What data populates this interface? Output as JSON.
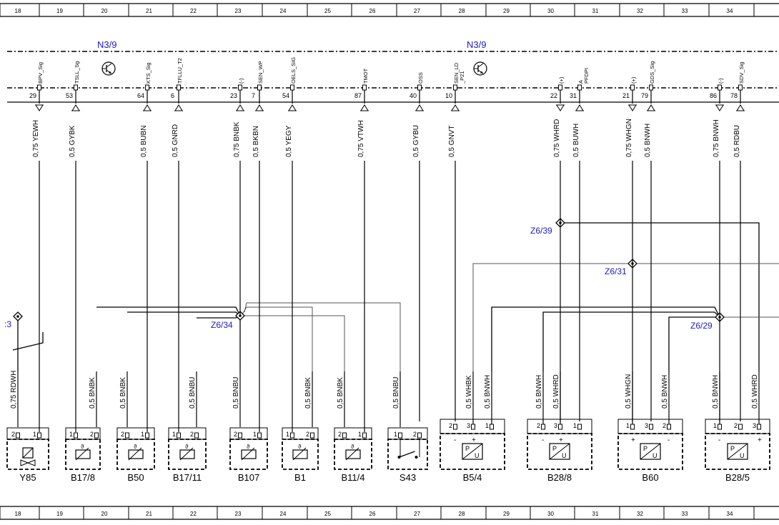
{
  "ruler": {
    "columns": [
      "18",
      "19",
      "20",
      "21",
      "22",
      "23",
      "24",
      "25",
      "26",
      "27",
      "28",
      "29",
      "30",
      "31",
      "32",
      "33",
      "34"
    ]
  },
  "ecu": {
    "labels": [
      "N3/9",
      "N3/9"
    ],
    "pins": [
      {
        "num": "29",
        "sig": "BPV_Sig",
        "wire": "0,75 YEWH",
        "arrow": "down"
      },
      {
        "num": "53",
        "sig": "TSLL_Sg",
        "wire": "0,5 GYBK",
        "arrow": "up"
      },
      {
        "num": "64",
        "sig": "KTS_Sig",
        "wire": "0,5 BUBN",
        "arrow": "up"
      },
      {
        "num": "6",
        "sig": "TFLLU_T2",
        "wire": "0,5 GNRD",
        "arrow": "up"
      },
      {
        "num": "23",
        "sig": "(-)",
        "wire": "0,75 BNBK",
        "arrow": "up"
      },
      {
        "num": "7",
        "sig": "SEN_WP",
        "wire": "0,5 BKBN",
        "arrow": "up"
      },
      {
        "num": "54",
        "sig": "OELS_SIG",
        "wire": "0,5 YEGY",
        "arrow": "up"
      },
      {
        "num": "87",
        "sig": "TMOT",
        "wire": "0,75 VTWH",
        "arrow": "up"
      },
      {
        "num": "40",
        "sig": "OSS",
        "wire": "0,5 GYBU",
        "arrow": "up"
      },
      {
        "num": "10",
        "sig": "SEN_LD _P21",
        "wire": "0,5 GNVT",
        "arrow": "up"
      },
      {
        "num": "22",
        "sig": "(+)",
        "wire": "0,75 WHRD",
        "arrow": "down"
      },
      {
        "num": "31",
        "sig": "A PFDPI",
        "wire": "0,5 BUWH",
        "arrow": "up"
      },
      {
        "num": "21",
        "sig": "(+)",
        "wire": "0,75 WHGN",
        "arrow": "down"
      },
      {
        "num": "79",
        "sig": "GDS_Sig",
        "wire": "0,5 BNWH",
        "arrow": "up"
      },
      {
        "num": "86",
        "sig": "(-)",
        "wire": "0,75 BNWH",
        "arrow": "down"
      },
      {
        "num": "78",
        "sig": "SDV_Sig",
        "wire": "0,5 RDBU",
        "arrow": "up"
      }
    ]
  },
  "splices": [
    {
      "label": "Z6/34"
    },
    {
      "label": "Z6/39"
    },
    {
      "label": "Z6/31"
    },
    {
      "label": "Z6/29"
    },
    {
      "label": ":3"
    }
  ],
  "lower_wires": [
    "0,75 RDWH",
    "0,5 BNBK",
    "0,5 BNBK",
    "0,5 BNBU",
    "0,5 BNBU",
    "0,5 BNBK",
    "0,5 BNBK",
    "0,5 BNBU",
    "0,5 WHBK",
    "0,5 BNWH",
    "0,5 BNWH",
    "0,5 WHRD",
    "0,5 WHGN",
    "0,5 BNWH",
    "0,5 BNWH",
    "0,5 WHRD"
  ],
  "components": [
    {
      "name": "Y85",
      "pins": [
        "2",
        "1"
      ],
      "type": "valve"
    },
    {
      "name": "B17/8",
      "pins": [
        "1",
        "2"
      ],
      "type": "temp"
    },
    {
      "name": "B50",
      "pins": [
        "2",
        "1"
      ],
      "type": "temp"
    },
    {
      "name": "B17/11",
      "pins": [
        "1",
        "2"
      ],
      "type": "temp"
    },
    {
      "name": "B107",
      "pins": [
        "2",
        "1"
      ],
      "type": "temp"
    },
    {
      "name": "B1",
      "pins": [
        "1",
        "2"
      ],
      "type": "temp"
    },
    {
      "name": "B11/4",
      "pins": [
        "2",
        "1"
      ],
      "type": "temp"
    },
    {
      "name": "S43",
      "pins": [
        "1",
        "2"
      ],
      "type": "switch"
    },
    {
      "name": "B5/4",
      "pins": [
        "2",
        "3",
        "1"
      ],
      "signs": [
        "-",
        "+",
        ""
      ],
      "type": "pressure"
    },
    {
      "name": "B28/8",
      "pins": [
        "2",
        "3",
        "1"
      ],
      "signs": [
        "-",
        "+",
        ""
      ],
      "type": "pressure"
    },
    {
      "name": "B60",
      "pins": [
        "1",
        "3",
        "2"
      ],
      "signs": [
        "+",
        "",
        "-"
      ],
      "type": "pressure"
    },
    {
      "name": "B28/5",
      "pins": [
        "1",
        "2",
        "3"
      ],
      "signs": [
        "-",
        "",
        "+"
      ],
      "type": "pressure"
    }
  ],
  "colors": {
    "label_blue": "#1a1acc",
    "line": "#000000"
  }
}
